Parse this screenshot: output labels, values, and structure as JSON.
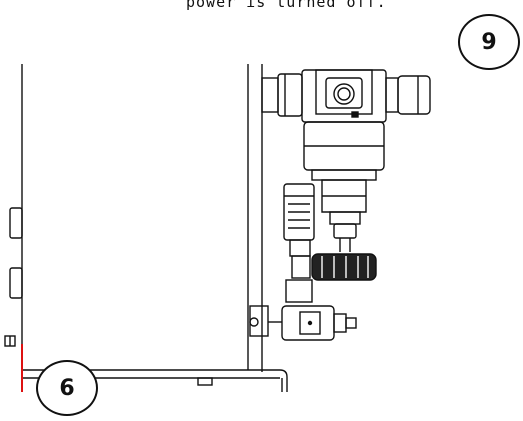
{
  "caption": "power is turned off.",
  "callouts": {
    "nine": "9",
    "six": "6"
  }
}
